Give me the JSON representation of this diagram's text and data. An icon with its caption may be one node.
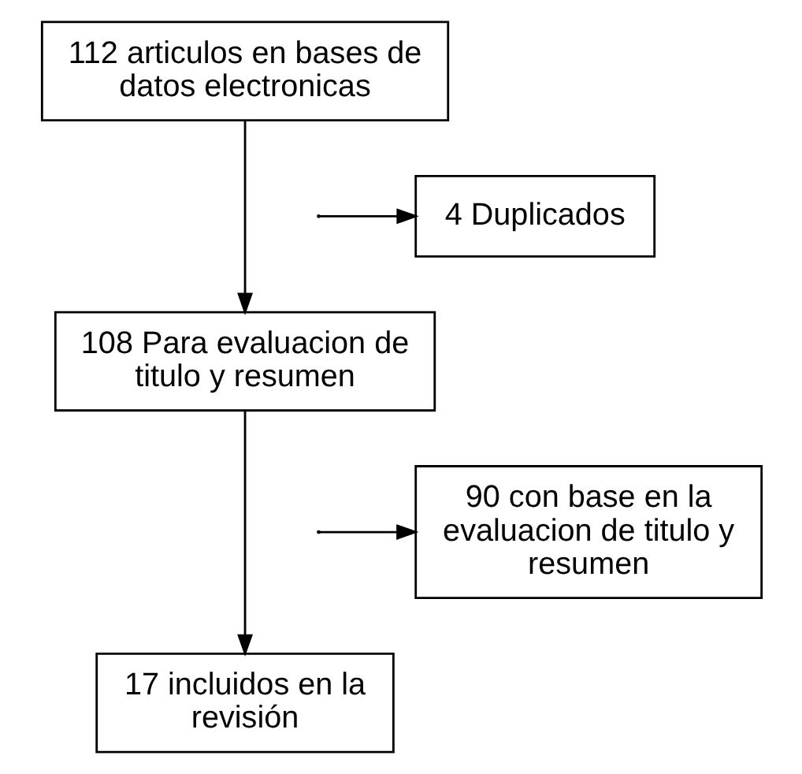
{
  "diagram": {
    "nodes": [
      {
        "text": [
          "112 articulos en bases de datos electronicas"
        ]
      },
      {
        "text": [
          "4 Duplicados"
        ]
      },
      {
        "text": [
          "108 Para evaluacion de titulo y resumen"
        ]
      },
      {
        "text": [
          "90 con base en la evaluacion de titulo y resumen"
        ]
      },
      {
        "text": [
          "17 incluidos en la revisión"
        ]
      }
    ],
    "edges": [
      {
        "from": 0,
        "to": 2,
        "arrow": "to"
      },
      {
        "from": null,
        "to": 1,
        "arrow": "to"
      },
      {
        "from": 2,
        "to": 4,
        "arrow": "to"
      },
      {
        "from": null,
        "to": 3,
        "arrow": "to"
      }
    ]
  }
}
